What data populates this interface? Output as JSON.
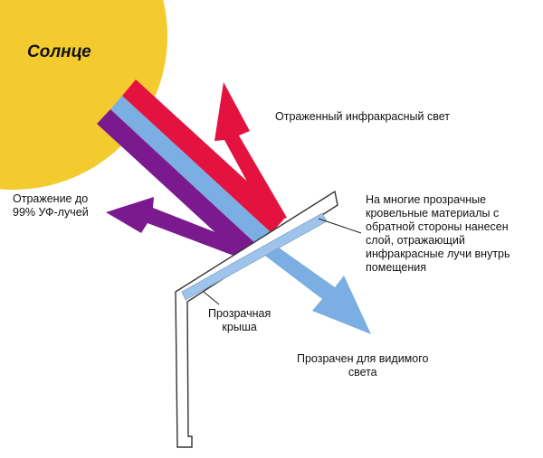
{
  "colors": {
    "sun": "#F4CB2E",
    "infrared": "#E3123F",
    "visible": "#7BAEE2",
    "uv": "#7B1A8E",
    "roof_outline": "#333333",
    "coating": "#9EC4EC"
  },
  "sun": {
    "label": "Солнце"
  },
  "labels": {
    "reflected_ir": "Отраженный инфракрасный свет",
    "uv_reflection": [
      "Отражение до",
      "99% УФ-лучей"
    ],
    "coating_note": [
      "На многие прозрачные",
      "кровельные материалы с",
      "обратной стороны нанесен",
      "слой, отражающий",
      "инфракрасные лучи внутрь",
      "помещения"
    ],
    "roof": [
      "Прозрачная",
      "крыша"
    ],
    "visible_light": [
      "Прозрачен для видимого",
      "света"
    ]
  }
}
